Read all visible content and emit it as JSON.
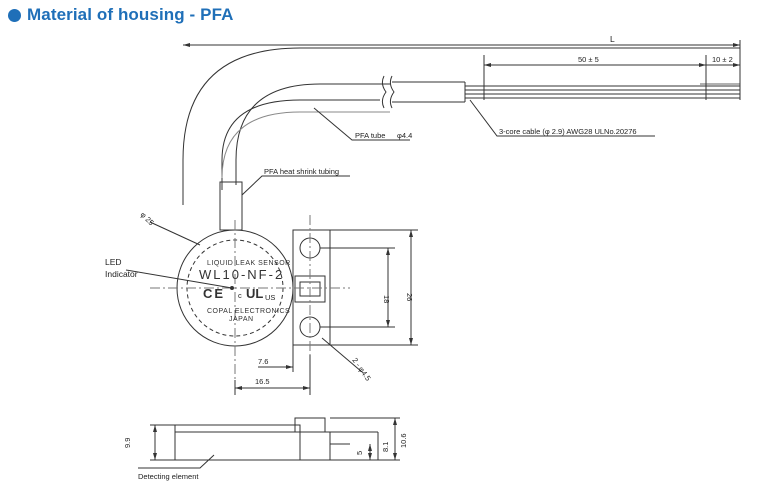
{
  "header": {
    "title": "Material of housing - PFA"
  },
  "labels": {
    "L": "L",
    "dim_50": "50 ± 5",
    "dim_10": "10 ± 2",
    "pfa_tube": "PFA  tube",
    "pfa_tube_dia": "φ4.4",
    "cable": "3-core cable (φ 2.9) AWG28  ULNo.20276",
    "heat_shrink": "PFA heat shrink tubing",
    "dia_25": "φ 25",
    "led": "LED",
    "indicator": "Indicator",
    "dim_18": "18",
    "dim_26": "26",
    "dim_7_6": "7.6",
    "dim_16_5": "16.5",
    "holes": "2 - φ4.5",
    "dim_9_9": "9.9",
    "dim_5": "5",
    "dim_8_1": "8.1",
    "dim_10_6": "10.6",
    "detecting_element": "Detecting element"
  },
  "sensor_face": {
    "line1": "LIQUID LEAK SENSOR",
    "model": "WL10-NF-2",
    "ce": "CE",
    "ul": "c",
    "us": "US",
    "maker": "COPAL ELECTRONICS",
    "country": "JAPAN"
  }
}
